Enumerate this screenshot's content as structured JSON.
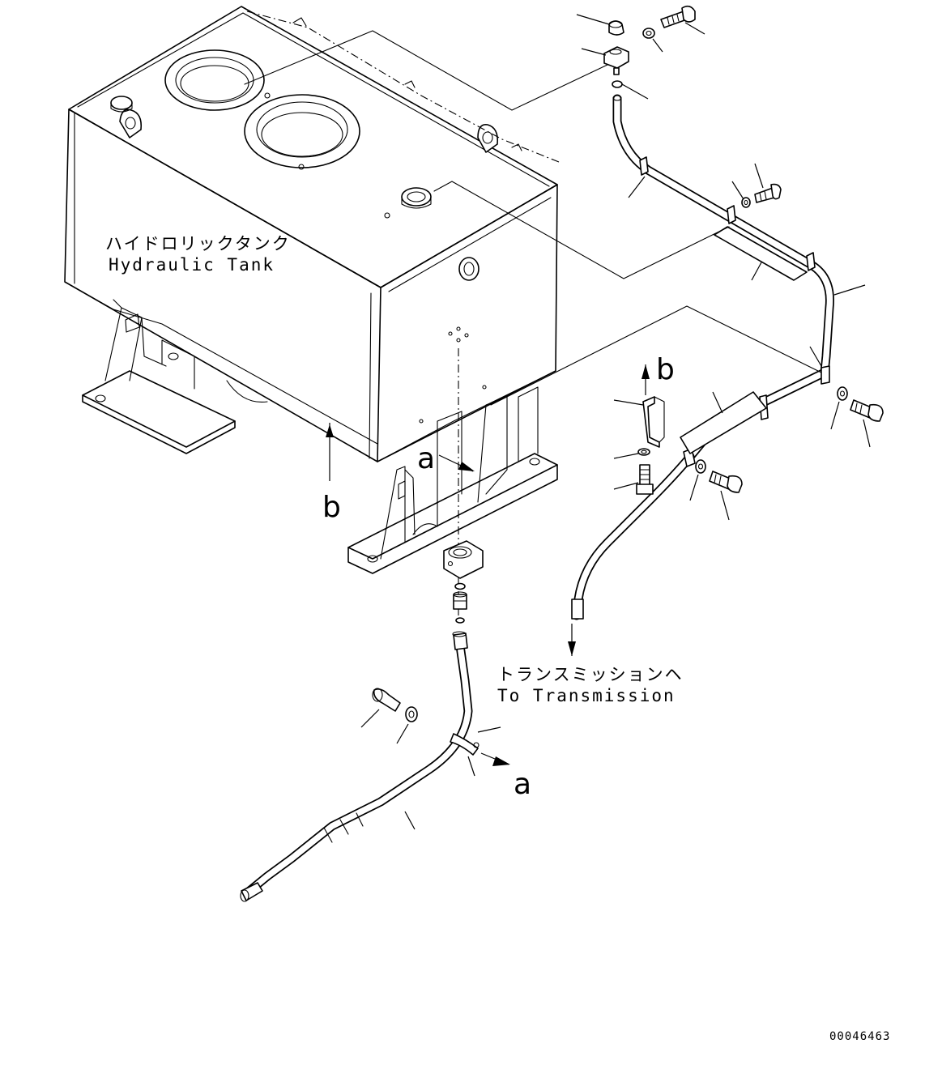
{
  "labels": {
    "tank_jp": "ハイドロリックタンク",
    "tank_en": "Hydraulic Tank",
    "trans_jp": "トランスミッションヘ",
    "trans_en": "To Transmission"
  },
  "markers": {
    "a_upper": "a",
    "a_lower": "a",
    "b_left": "b",
    "b_right": "b"
  },
  "drawing_number": "00046463"
}
